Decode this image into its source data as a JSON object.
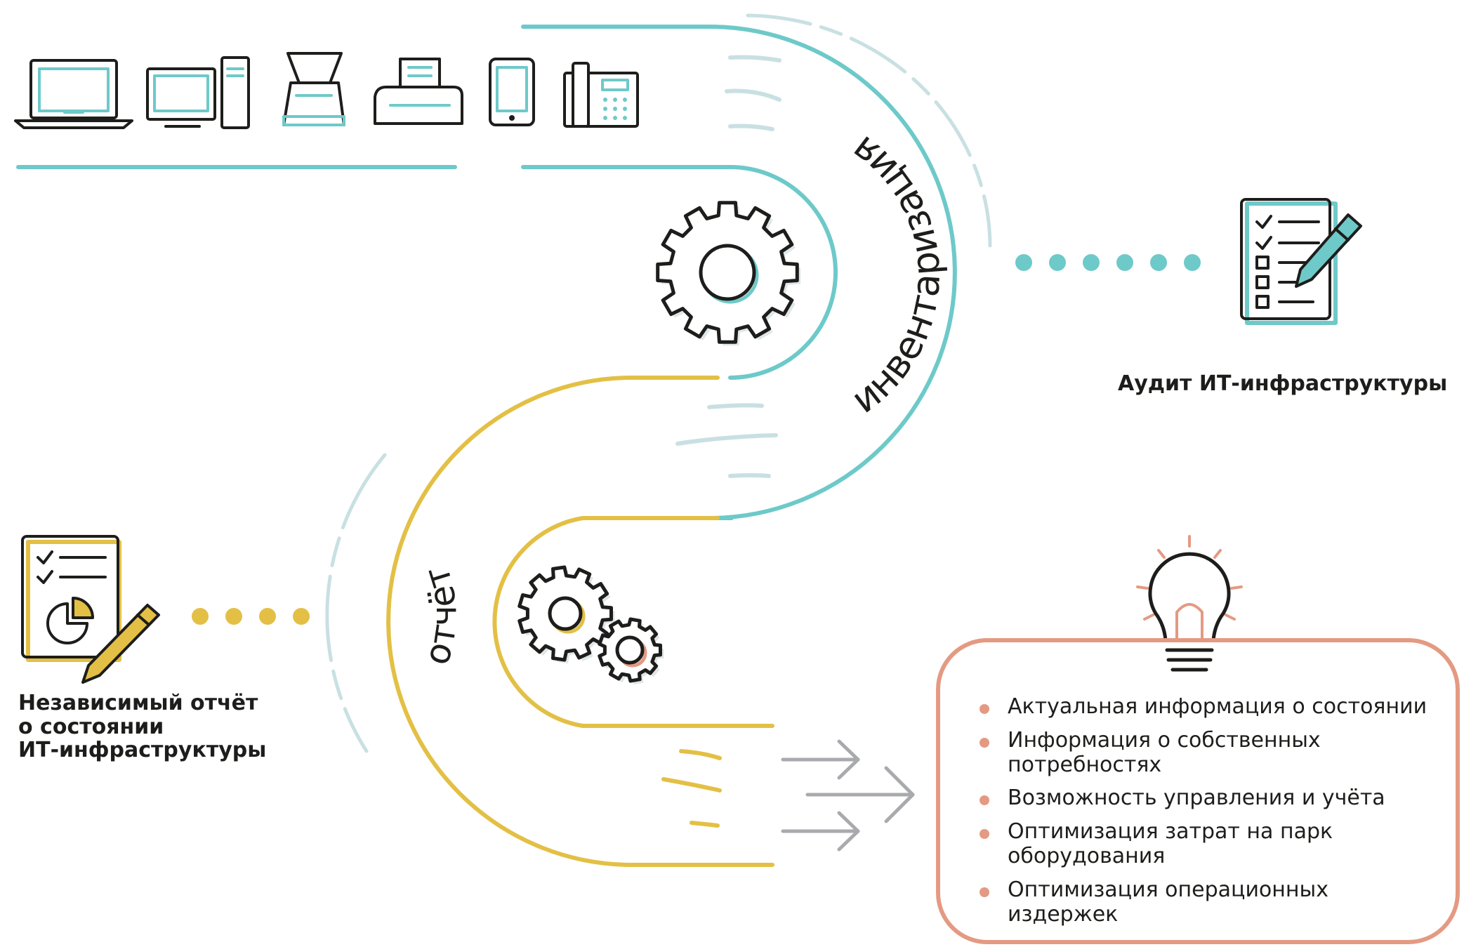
{
  "colors": {
    "teal": "#6ec9c9",
    "light_teal": "#c9e0e3",
    "yellow": "#e3c045",
    "salmon": "#e49a82",
    "gray_arrow": "#a8aaad",
    "ink": "#1d1d1b"
  },
  "devices": {
    "icons": [
      "laptop-icon",
      "desktop-computer-icon",
      "scanner-icon",
      "printer-icon",
      "tablet-icon",
      "office-phone-icon"
    ]
  },
  "stages": {
    "inventory_label": "инвентаризация",
    "report_label": "отчёт"
  },
  "audit": {
    "icon": "checklist-pen-icon",
    "label": "Аудит ИТ-инфраструктуры"
  },
  "report": {
    "icon": "report-pie-chart-icon",
    "label_lines": [
      "Независимый отчёт",
      "о состоянии",
      "ИТ-инфраструктуры"
    ]
  },
  "benefits": {
    "icon": "light-bulb-icon",
    "items": [
      "Актуальная информация о состоянии",
      "Информация о собственных потребностях",
      "Возможность управления и учёта",
      "Оптимизация затрат на парк оборудования",
      "Оптимизация операционных издержек"
    ]
  }
}
